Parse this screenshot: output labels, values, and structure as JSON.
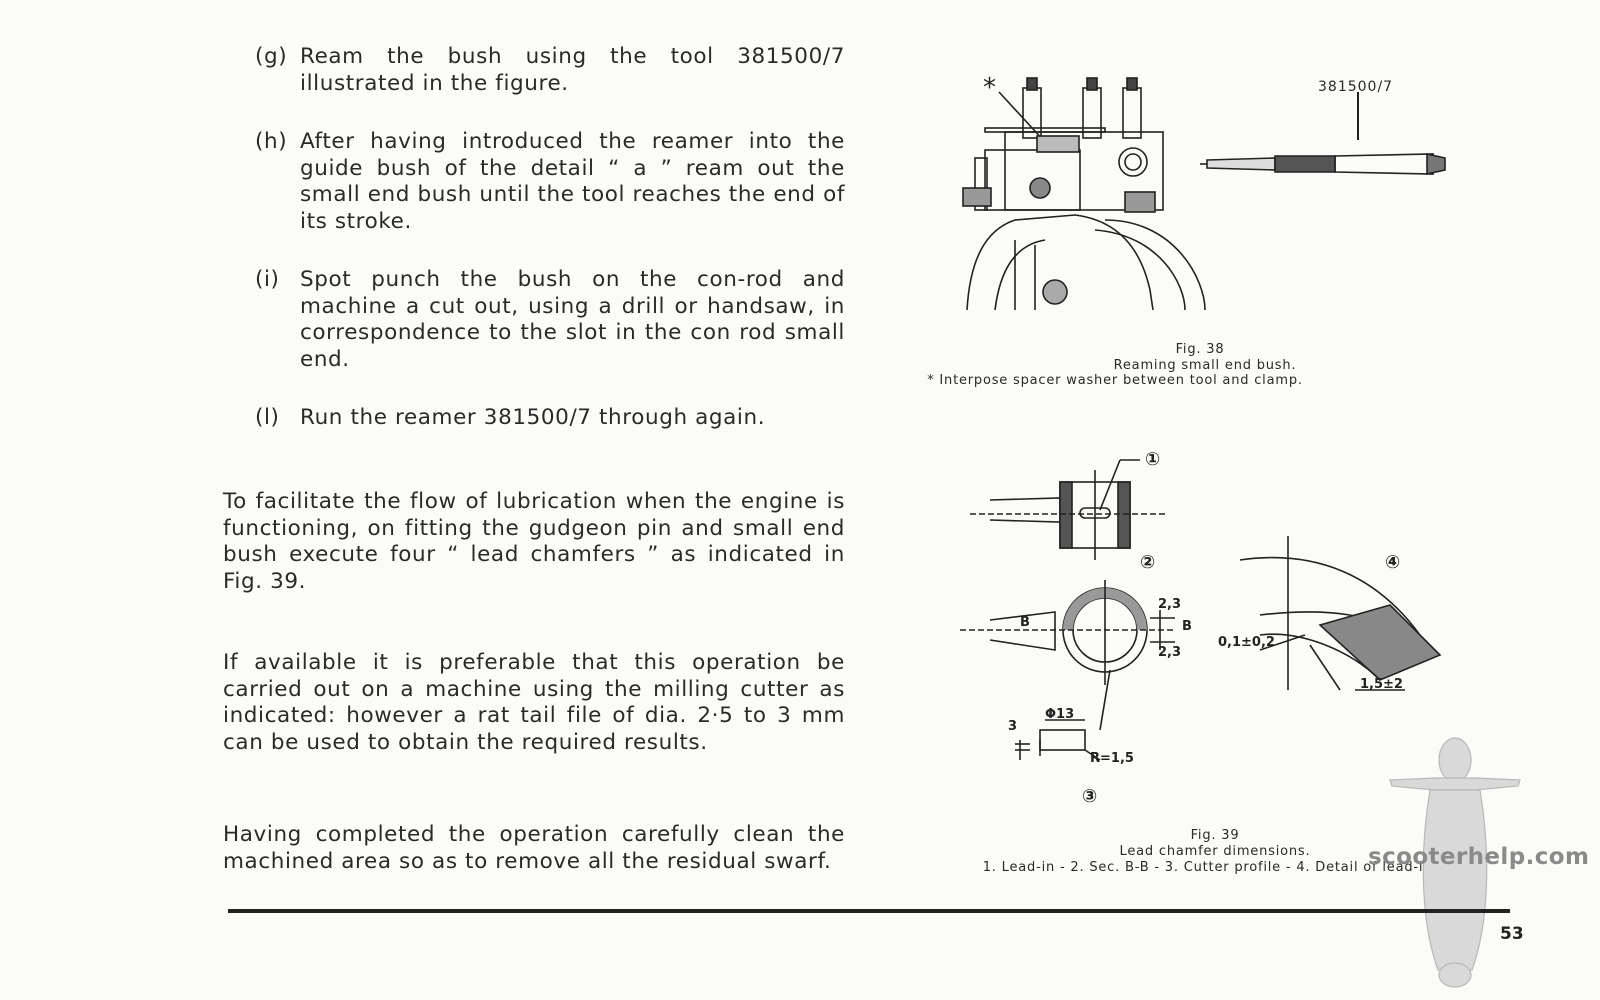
{
  "steps": [
    {
      "label": "(g)",
      "text": "Ream the bush using the tool 381500/7 illustrated in the figure."
    },
    {
      "label": "(h)",
      "text": "After having introduced the reamer into the guide bush of the detail “ a ” ream out the small end bush until the tool reaches the end of its stroke."
    },
    {
      "label": "(i)",
      "text": "Spot punch the bush on the con-rod and machine a cut out, using a drill or handsaw, in correspondence to the slot in the con rod small end."
    },
    {
      "label": "(l)",
      "text": "Run the reamer 381500/7 through again."
    }
  ],
  "paragraphs": [
    "To facilitate the flow of lubrication when the engine is functioning, on fitting the gudgeon pin and small end bush execute four “ lead chamfers ” as indicated in Fig. 39.",
    "If available it is preferable that this operation be carried out on a machine using the milling cutter as indicated: however a rat tail file of dia. 2·5 to 3 mm can be used to obtain the required results.",
    "Having completed the operation carefully clean the machined area so as to remove all the residual swarf."
  ],
  "fig38": {
    "tool_label": "381500/7",
    "asterisk": "*",
    "number": "Fig. 38",
    "title": "Reaming small end bush.",
    "note": "* Interpose spacer washer between tool and clamp."
  },
  "fig39": {
    "callouts": [
      "①",
      "②",
      "③",
      "④"
    ],
    "dims": {
      "d23_top": "2,3",
      "d23_bottom": "2,3",
      "section_b": "B",
      "tol01": "0,1±0,2",
      "tol15": "1,5±2",
      "phi13": "Φ13",
      "three": "3",
      "r15": "R=1,5"
    },
    "number": "Fig. 39",
    "title": "Lead chamfer dimensions.",
    "legend": "1. Lead-in - 2. Sec. B-B - 3. Cutter profile - 4. Detail of lead-in."
  },
  "page_number": "53",
  "watermark": "scooterhelp.com"
}
